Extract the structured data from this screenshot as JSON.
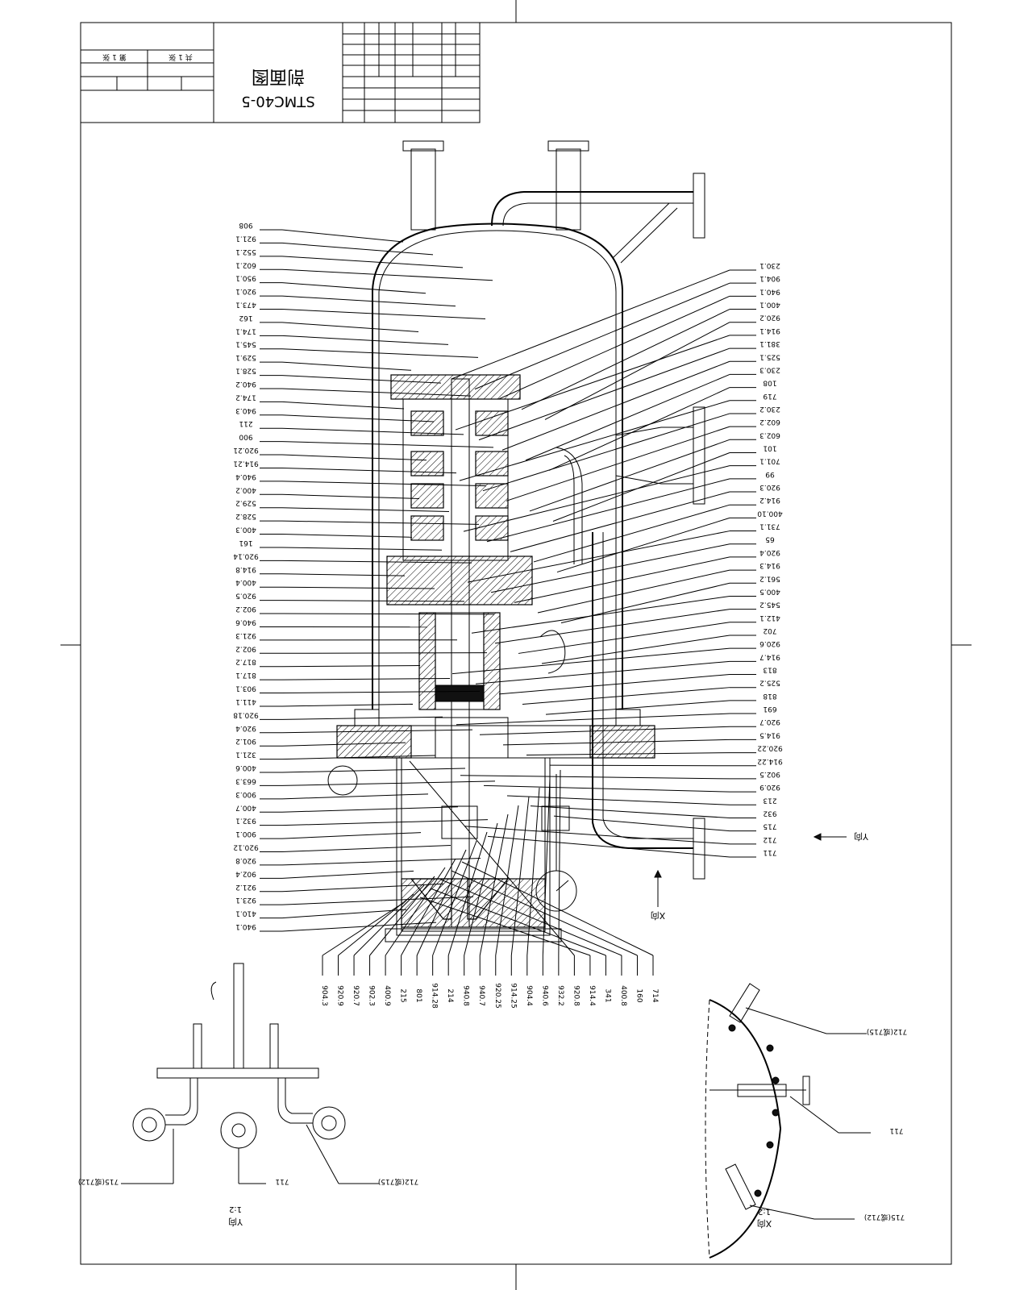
{
  "title_block": {
    "drawing_no": "STMC40-5",
    "drawing_name": "剖面图",
    "sheet_total": "共 1 张",
    "sheet_no": "第 1 张"
  },
  "view_labels": {
    "view_x_arrow": "X向",
    "view_y_arrow": "Y向",
    "view_y_title": "Y向",
    "view_y_scale": "1:2",
    "view_x_title": "X向",
    "view_x_scale": "1:2"
  },
  "callouts_left": [
    "908",
    "921.1",
    "552.1",
    "602.1",
    "950.1",
    "920.1",
    "473.1",
    "162",
    "174.1",
    "545.1",
    "529.1",
    "528.1",
    "940.2",
    "174.2",
    "940.3",
    "211",
    "900",
    "920.21",
    "914.21",
    "940.4",
    "400.2",
    "529.2",
    "528.2",
    "400.3",
    "161",
    "920.14",
    "914.8",
    "400.4",
    "920.5",
    "902.2",
    "940.6",
    "921.3",
    "902.2",
    "817.2",
    "817.1",
    "903.1",
    "411.1",
    "920.18",
    "920.4",
    "901.2",
    "321.1",
    "400.6",
    "663.3",
    "900.3",
    "400.7",
    "932.1",
    "900.1",
    "920.12",
    "920.8",
    "902.4",
    "921.2",
    "923.1",
    "410.1",
    "940.1"
  ],
  "callouts_right": [
    "230.1",
    "904.1",
    "940.1",
    "400.1",
    "920.2",
    "914.1",
    "381.1",
    "525.1",
    "230.3",
    "108",
    "719",
    "230.2",
    "602.2",
    "602.3",
    "101",
    "701.1",
    "99",
    "920.3",
    "914.2",
    "400.10",
    "731.1",
    "65",
    "920.4",
    "914.3",
    "561.2",
    "400.5",
    "545.2",
    "412.1",
    "702",
    "920.6",
    "914.7",
    "813",
    "525.2",
    "818",
    "691",
    "920.7",
    "914.5",
    "920.22",
    "914.22",
    "902.5",
    "920.9",
    "213",
    "932",
    "715",
    "712",
    "711"
  ],
  "callouts_bottom": [
    "904.3",
    "920.9",
    "920.7",
    "902.3",
    "400.9",
    "215",
    "801",
    "914.28",
    "214",
    "940.8",
    "940.7",
    "920.25",
    "914.25",
    "904.4",
    "940.6",
    "932.2",
    "920.8",
    "914.4",
    "341",
    "400.8",
    "160",
    "714"
  ],
  "callouts_view_x": [
    "712(或715)",
    "711",
    "715(或712)"
  ],
  "callouts_view_y": [
    "715(或712)",
    "711",
    "712(或715)"
  ]
}
